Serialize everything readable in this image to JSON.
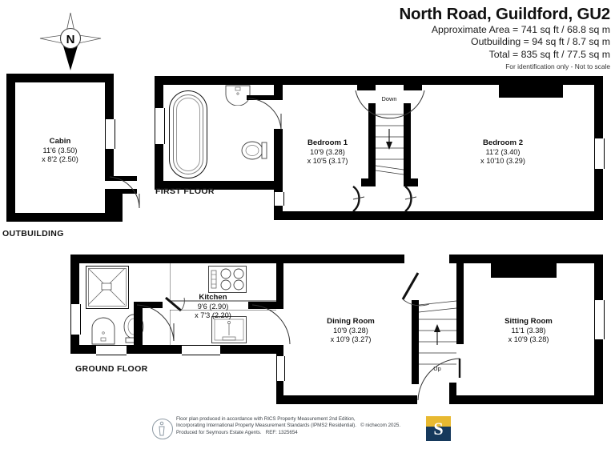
{
  "header": {
    "title": "North Road, Guildford, GU2",
    "area_lines": [
      "Approximate Area = 741 sq ft / 68.8 sq m",
      "Outbuilding = 94 sq ft / 8.7 sq m",
      "Total = 835 sq ft / 77.5 sq m"
    ],
    "disclaimer": "For identification only - Not to scale"
  },
  "compass": {
    "north_letter": "N"
  },
  "floors": {
    "outbuilding_label": "OUTBUILDING",
    "first_floor_label": "FIRST FLOOR",
    "ground_floor_label": "GROUND FLOOR"
  },
  "rooms": {
    "cabin": {
      "name": "Cabin",
      "dim1": "11'6 (3.50)",
      "dim2": "x 8'2 (2.50)"
    },
    "bedroom1": {
      "name": "Bedroom 1",
      "dim1": "10'9 (3.28)",
      "dim2": "x 10'5 (3.17)"
    },
    "bedroom2": {
      "name": "Bedroom 2",
      "dim1": "11'2 (3.40)",
      "dim2": "x 10'10 (3.29)"
    },
    "kitchen": {
      "name": "Kitchen",
      "dim1": "9'6 (2.90)",
      "dim2": "x 7'3 (2.20)"
    },
    "dining_room": {
      "name": "Dining Room",
      "dim1": "10'9 (3.28)",
      "dim2": "x 10'9 (3.27)"
    },
    "sitting_room": {
      "name": "Sitting Room",
      "dim1": "11'1 (3.38)",
      "dim2": "x 10'9 (3.28)"
    }
  },
  "stairs": {
    "down_label": "Down",
    "up_label": "Up"
  },
  "footer": {
    "line1": "Floor plan produced in accordance with RICS Property Measurement 2nd Edition,",
    "line2": "Incorporating International Property Measurement Standards (IPMS2 Residential).",
    "copyright": "© nichecom 2025.",
    "line3": "Produced for Seymours Estate Agents.",
    "ref": "REF: 1325654",
    "logo_letter": "S"
  },
  "colors": {
    "wall": "#000000",
    "logo_top": "#e8b931",
    "logo_bottom": "#16395c",
    "text": "#1a1a1a"
  }
}
